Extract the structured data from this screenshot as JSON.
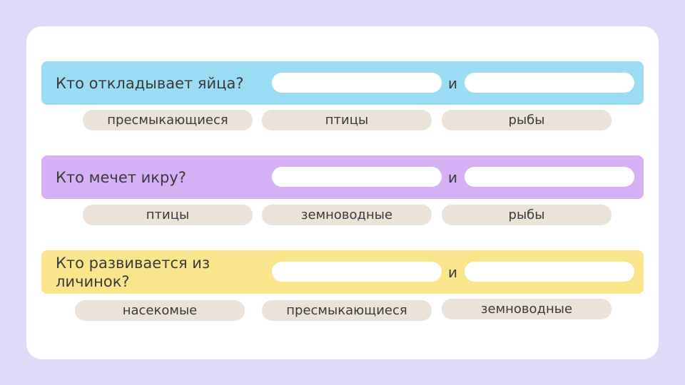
{
  "rows": [
    {
      "question": "Кто откладывает яйца?",
      "and": "и",
      "options": [
        "пресмыкающиеся",
        "птицы",
        "рыбы"
      ]
    },
    {
      "question": "Кто мечет икру?",
      "and": "и",
      "options": [
        "птицы",
        "земноводные",
        "рыбы"
      ]
    },
    {
      "question": "Кто развивается из личинок?",
      "and": "и",
      "options": [
        "насекомые",
        "пресмыкающиеся",
        "земноводные"
      ]
    }
  ]
}
